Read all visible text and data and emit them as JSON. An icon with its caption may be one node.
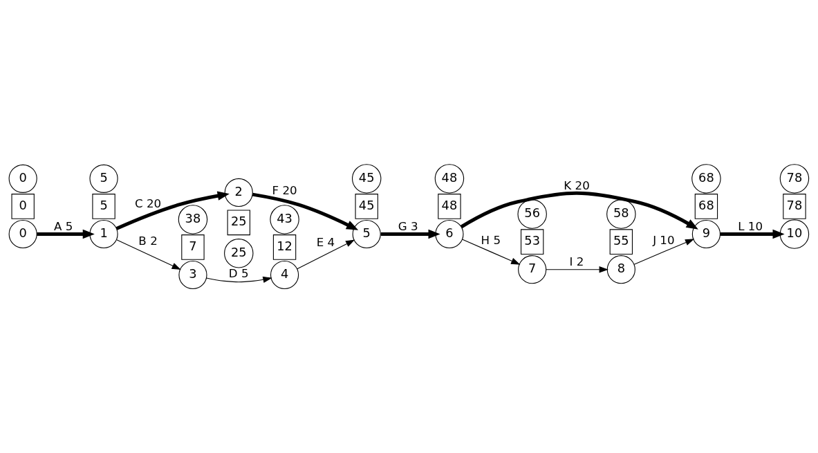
{
  "diagram": {
    "nodes": [
      {
        "text": [
          "0"
        ]
      },
      {
        "text": [
          "1"
        ]
      },
      {
        "text": [
          "2"
        ]
      },
      {
        "text": [
          "3"
        ]
      },
      {
        "text": [
          "4"
        ]
      },
      {
        "text": [
          "5"
        ]
      },
      {
        "text": [
          "6"
        ]
      },
      {
        "text": [
          "7"
        ]
      },
      {
        "text": [
          "8"
        ]
      },
      {
        "text": [
          "9"
        ]
      },
      {
        "text": [
          "10"
        ]
      },
      {
        "text": [
          "0"
        ]
      },
      {
        "text": [
          "5"
        ]
      },
      {
        "text": [
          "25"
        ]
      },
      {
        "text": [
          "7"
        ]
      },
      {
        "text": [
          "12"
        ]
      },
      {
        "text": [
          "45"
        ]
      },
      {
        "text": [
          "48"
        ]
      },
      {
        "text": [
          "53"
        ]
      },
      {
        "text": [
          "55"
        ]
      },
      {
        "text": [
          "68"
        ]
      },
      {
        "text": [
          "78"
        ]
      },
      {
        "text": [
          "0"
        ]
      },
      {
        "text": [
          "5"
        ]
      },
      {
        "text": [
          "25"
        ]
      },
      {
        "text": [
          "38"
        ]
      },
      {
        "text": [
          "43"
        ]
      },
      {
        "text": [
          "45"
        ]
      },
      {
        "text": [
          "48"
        ]
      },
      {
        "text": [
          "56"
        ]
      },
      {
        "text": [
          "58"
        ]
      },
      {
        "text": [
          "68"
        ]
      },
      {
        "text": [
          "78"
        ]
      }
    ],
    "edges": [
      {
        "from": 0,
        "to": 1,
        "arrow": "to",
        "label": "A 5",
        "style": "thick"
      },
      {
        "from": 1,
        "to": 3,
        "arrow": "to",
        "label": "B 2"
      },
      {
        "from": 1,
        "to": 2,
        "arrow": "to",
        "label": "C 20",
        "style": "thick"
      },
      {
        "from": 3,
        "to": 4,
        "arrow": "to",
        "label": "D 5"
      },
      {
        "from": 4,
        "to": 5,
        "arrow": "to",
        "label": "E 4"
      },
      {
        "from": 2,
        "to": 5,
        "arrow": "to",
        "label": "F 20",
        "style": "thick"
      },
      {
        "from": 5,
        "to": 6,
        "arrow": "to",
        "label": "G 3",
        "style": "thick"
      },
      {
        "from": 6,
        "to": 7,
        "arrow": "to",
        "label": "H 5"
      },
      {
        "from": 7,
        "to": 8,
        "arrow": "to",
        "label": "I 2"
      },
      {
        "from": 8,
        "to": 9,
        "arrow": "to",
        "label": "J 10"
      },
      {
        "from": 6,
        "to": 9,
        "arrow": "to",
        "label": "K 20",
        "style": "thick"
      },
      {
        "from": 9,
        "to": 10,
        "arrow": "to",
        "label": "L 10",
        "style": "thick"
      }
    ]
  }
}
